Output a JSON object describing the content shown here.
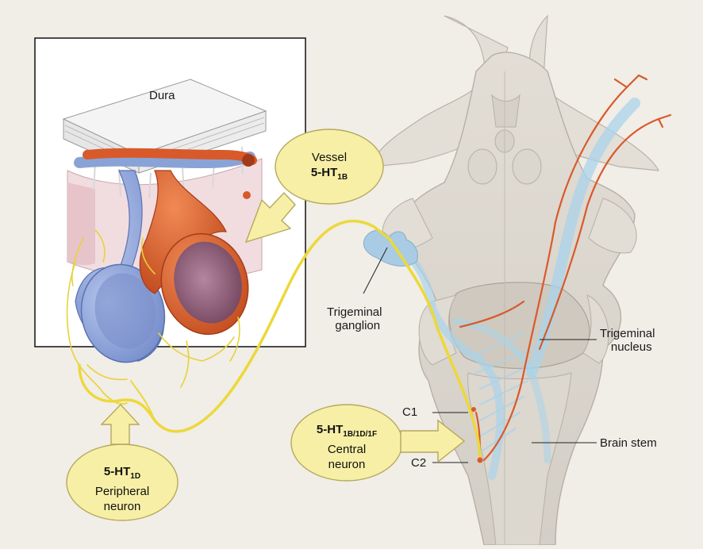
{
  "labels": {
    "dura": "Dura",
    "trigeminal_ganglion_1": "Trigeminal",
    "trigeminal_ganglion_2": "ganglion",
    "trigeminal_nucleus_1": "Trigeminal",
    "trigeminal_nucleus_2": "nucleus",
    "brain_stem": "Brain stem",
    "c1": "C1",
    "c2": "C2"
  },
  "bubbles": {
    "vessel": {
      "line1": "Vessel",
      "receptor_base": "5-HT",
      "receptor_sub": "1B"
    },
    "peripheral": {
      "receptor_base": "5-HT",
      "receptor_sub": "1D",
      "line2": "Peripheral",
      "line3": "neuron"
    },
    "central": {
      "receptor_base": "5-HT",
      "receptor_sub": "1B/1D/1F",
      "line2": "Central",
      "line3": "neuron"
    }
  },
  "colors": {
    "background": "#f1ede7",
    "bubble_fill": "#f7efa6",
    "nerve_yellow": "#ecd83a",
    "artery_red": "#d85a2a",
    "vein_blue": "#8ea6d8",
    "brain_grey": "#dcd7cf",
    "pathway_blue": "#a9d3ea"
  }
}
